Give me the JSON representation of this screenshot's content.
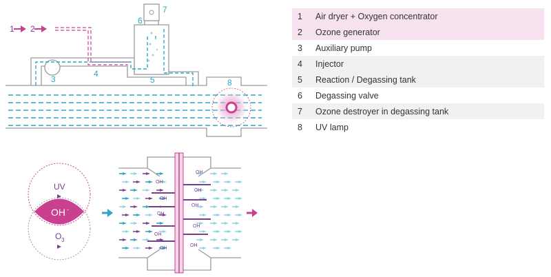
{
  "legend": [
    {
      "num": "1",
      "label": "Air dryer + Oxygen concentrator",
      "style": "hl"
    },
    {
      "num": "2",
      "label": "Ozone generator",
      "style": "hl"
    },
    {
      "num": "3",
      "label": "Auxiliary pump",
      "style": "plain"
    },
    {
      "num": "4",
      "label": "Injector",
      "style": "shade"
    },
    {
      "num": "5",
      "label": "Reaction / Degassing tank",
      "style": "shade"
    },
    {
      "num": "6",
      "label": "Degassing valve",
      "style": "plain"
    },
    {
      "num": "7",
      "label": "Ozone destroyer in degassing tank",
      "style": "shade"
    },
    {
      "num": "8",
      "label": "UV lamp",
      "style": "plain"
    }
  ],
  "callouts": {
    "n1": "1",
    "n2": "2",
    "n3": "3",
    "n4": "4",
    "n5": "5",
    "n6": "6",
    "n7": "7",
    "n8": "8"
  },
  "bottom": {
    "uv_label": "UV",
    "oh_label": "OH",
    "oh_sup": "-",
    "o3_label": "O",
    "o3_sub": "3",
    "oh_small": "OH"
  },
  "colors": {
    "magenta": "#c9408f",
    "purple": "#7b3e8e",
    "teal": "#2fa6c6",
    "lightblue": "#8fd3e6",
    "gray": "#9a9a9a"
  }
}
